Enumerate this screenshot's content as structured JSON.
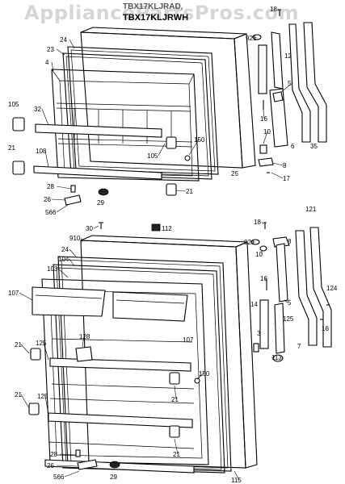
{
  "watermark": "AppliancePartsPros.com",
  "header": {
    "model_line_1": "TBX17KLJRAD,",
    "model_line_2": "TBX17KLJRWH"
  },
  "top_door": {
    "labels": [
      "18",
      "921",
      "12",
      "24",
      "23",
      "4",
      "105",
      "32",
      "5",
      "16",
      "10",
      "6",
      "35",
      "21",
      "108",
      "150",
      "105",
      "25",
      "8",
      "17",
      "28",
      "26",
      "566",
      "29",
      "21"
    ]
  },
  "bottom_door": {
    "labels": [
      "30",
      "112",
      "18",
      "121",
      "910",
      "921",
      "8",
      "24",
      "10",
      "104",
      "103",
      "107",
      "124",
      "16",
      "14",
      "5",
      "16",
      "125",
      "3",
      "7",
      "128",
      "107",
      "113",
      "21",
      "125",
      "150",
      "21",
      "21",
      "125",
      "21",
      "28",
      "26",
      "566",
      "29",
      "115"
    ]
  }
}
